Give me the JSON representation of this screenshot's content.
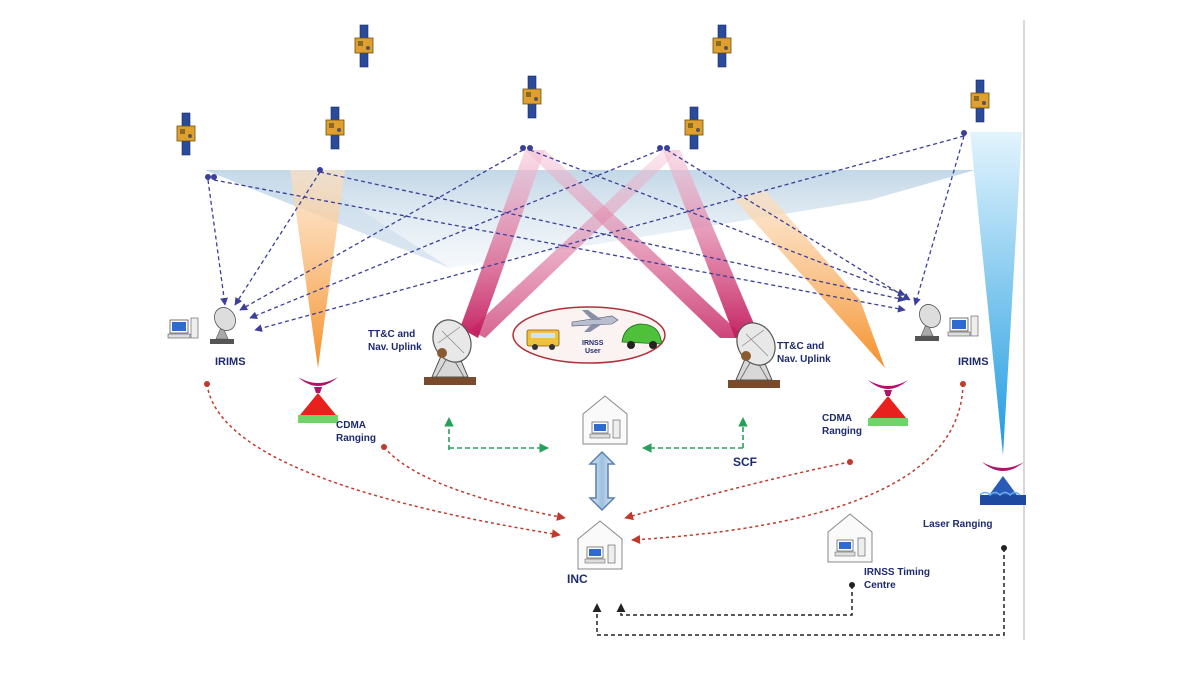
{
  "labels": {
    "irims_left": "IRIMS",
    "irims_right": "IRIMS",
    "ttc_left_1": "TT&C and",
    "ttc_left_2": "Nav. Uplink",
    "ttc_right_1": "TT&C and",
    "ttc_right_2": "Nav. Uplink",
    "cdma_left_1": "CDMA",
    "cdma_left_2": "Ranging",
    "cdma_right_1": "CDMA",
    "cdma_right_2": "Ranging",
    "user_1": "IRNSS",
    "user_2": "User",
    "scf": "SCF",
    "inc": "INC",
    "timing_1": "IRNSS Timing",
    "timing_2": "Centre",
    "laser": "Laser Ranging"
  },
  "colors": {
    "label_text": "#1e2a6e",
    "nav_links": "#3b3f9a",
    "ranging_links": "#c0392b",
    "scf_links": "#27a05a",
    "timing_links": "#222222",
    "ttc_beam": "#c2185b",
    "cdma_beam": "#f5902a",
    "laser_beam": "#1e9be0",
    "coverage": "#a9c6dc"
  },
  "icons": {
    "satellite": "satellite-icon",
    "dish": "dish-antenna-icon",
    "computer": "computer-icon",
    "building": "building-icon",
    "cdma_antenna": "cdma-antenna-icon",
    "laser_station": "laser-station-icon",
    "bus": "bus-icon",
    "plane": "plane-icon",
    "car": "car-icon"
  }
}
